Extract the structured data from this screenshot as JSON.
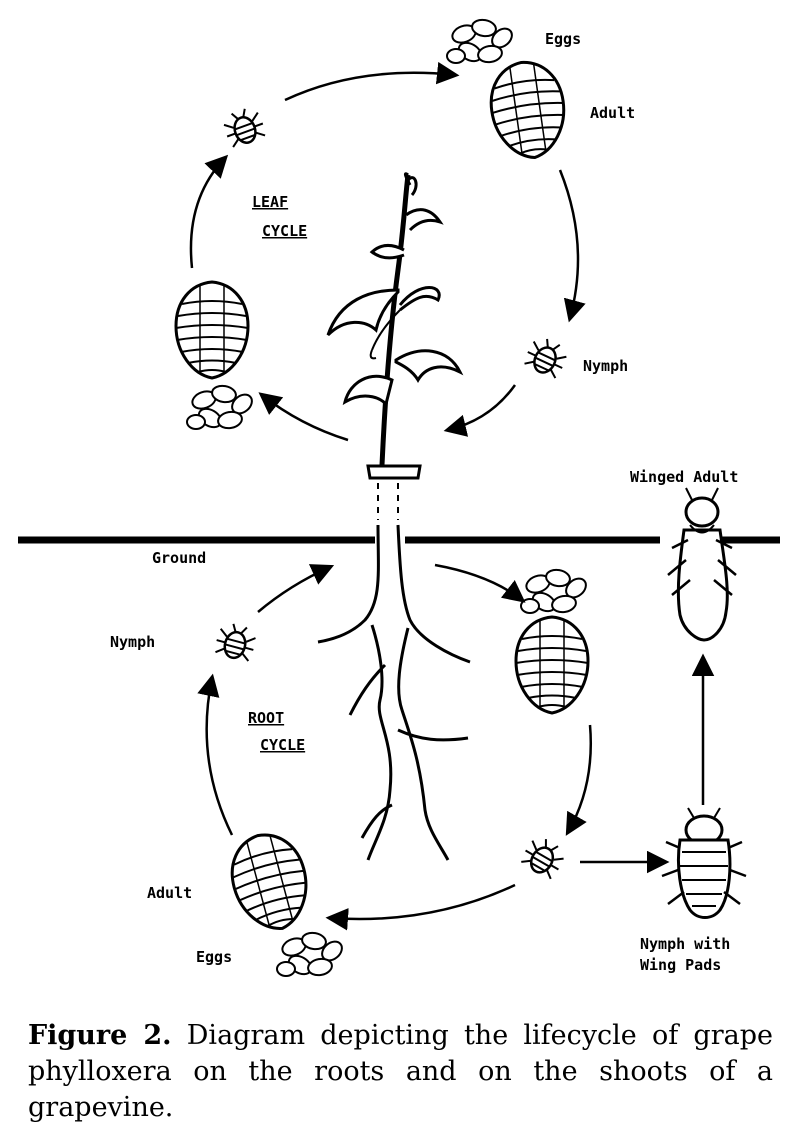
{
  "labels": {
    "leaf_eggs": "Eggs",
    "leaf_adult": "Adult",
    "leaf_nymph": "Nymph",
    "leaf_cycle_1": "LEAF",
    "leaf_cycle_2": "CYCLE",
    "ground": "Ground",
    "winged_adult": "Winged Adult",
    "root_nymph": "Nymph",
    "root_cycle_1": "ROOT",
    "root_cycle_2": "CYCLE",
    "root_adult": "Adult",
    "root_eggs": "Eggs",
    "nymph_wing_pads_1": "Nymph with",
    "nymph_wing_pads_2": "Wing Pads"
  },
  "caption": {
    "label": "Figure 2.",
    "text": "Diagram depicting the lifecycle of grape phylloxera on the roots and on the shoots of a grapevine."
  },
  "colors": {
    "ink": "#000000",
    "paper": "#ffffff"
  }
}
